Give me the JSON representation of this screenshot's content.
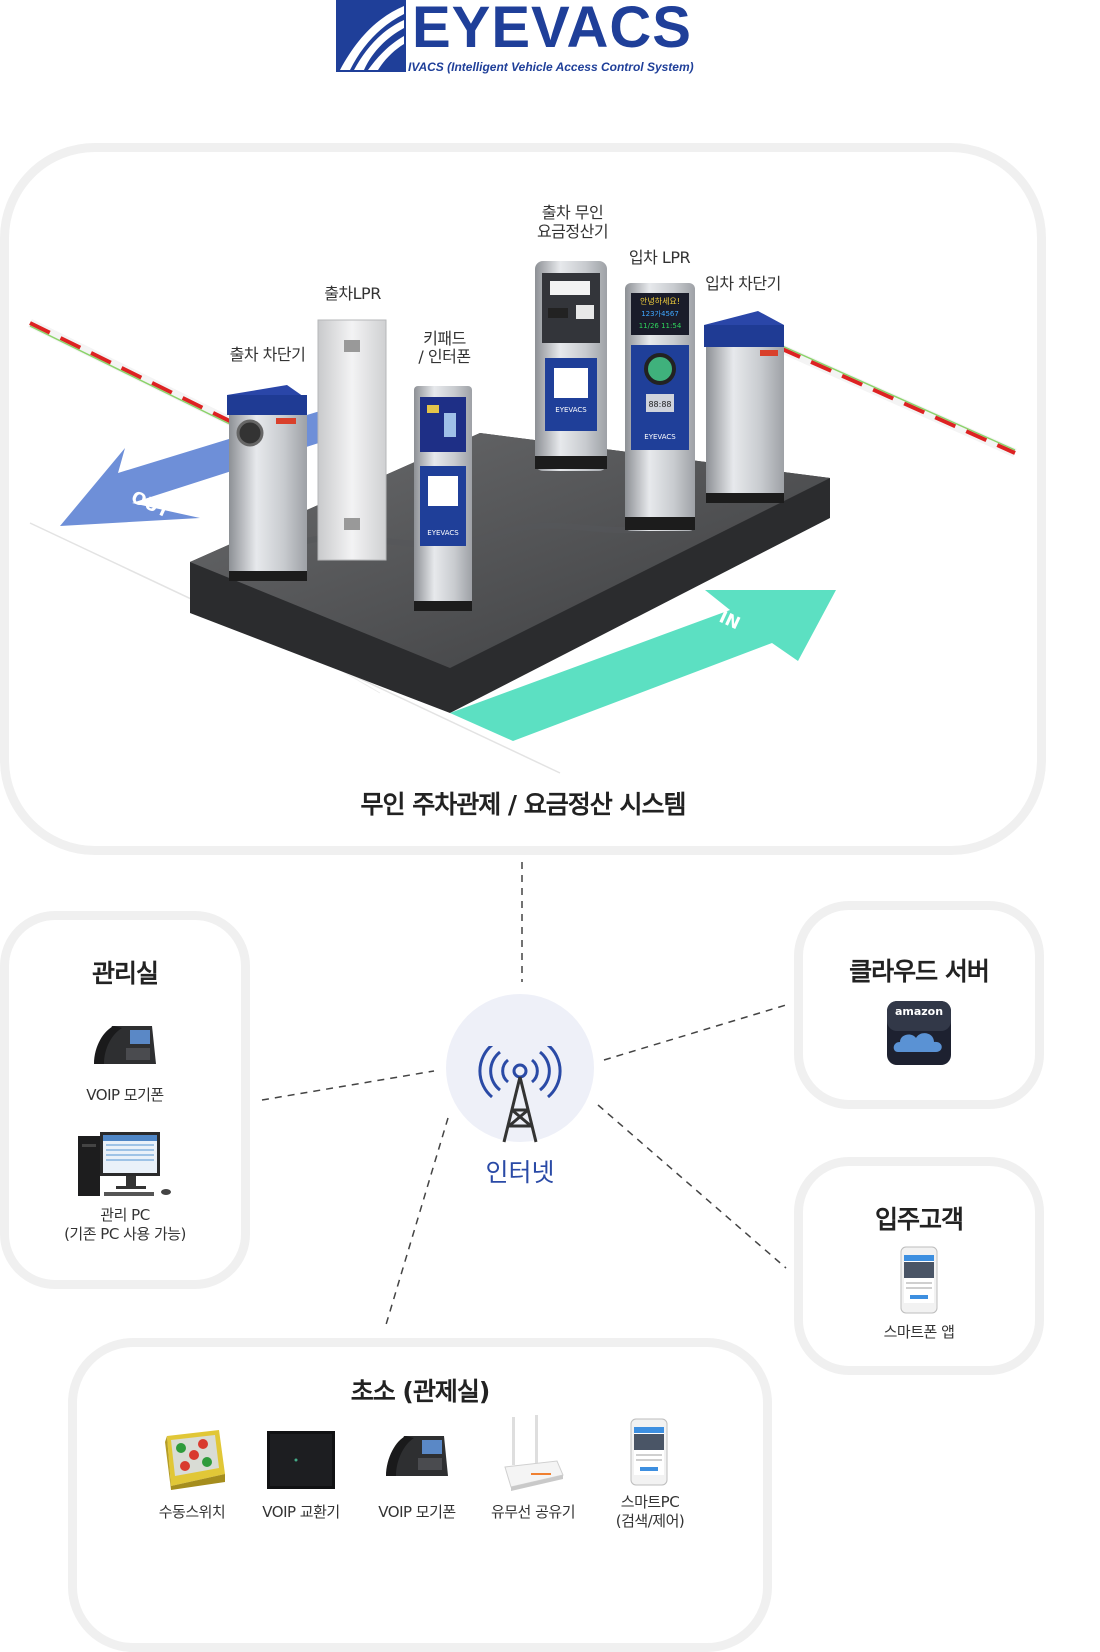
{
  "logo": {
    "brand": "EYEVACS",
    "subtitle": "IVACS (Intelligent Vehicle Access Control System)"
  },
  "system_panel": {
    "title": "무인 주차관제 / 요금정산 시스템",
    "equipment": {
      "exit_barrier": "출차 차단기",
      "exit_lpr": "출차LPR",
      "keypad_line1": "키패드",
      "keypad_line2": "/ 인터폰",
      "pay_station_line1": "출차 무인",
      "pay_station_line2": "요금정산기",
      "entry_lpr": "입차 LPR",
      "entry_barrier": "입차 차단기"
    },
    "arrows": {
      "out": "OUT",
      "in": "IN"
    },
    "device_text": {
      "kiosk_brand": "EYEVACS",
      "keypad_brand": "EYEVACS",
      "lpr_brand": "EYEVACS",
      "lpr_display1": "안녕하세요!",
      "lpr_display2": "123가4567",
      "lpr_display3": "11/26 11:54",
      "lpr_keypad": "88:88"
    }
  },
  "internet": {
    "label": "인터넷"
  },
  "management_room": {
    "title": "관리실",
    "items": [
      "VOIP 모기폰",
      "관리 PC",
      "(기존 PC 사용 가능)"
    ]
  },
  "cloud_server": {
    "title": "클라우드 서버",
    "icon_text": "amazon"
  },
  "tenant": {
    "title": "입주고객",
    "items": [
      "스마트폰 앱"
    ]
  },
  "guard_post": {
    "title": "초소 (관제실)",
    "items": [
      "수동스위치",
      "VOIP 교환기",
      "VOIP 모기폰",
      "유무선 공유기",
      "스마트PC",
      "(검색/제어)"
    ]
  },
  "colors": {
    "brand_blue": "#1f3f99",
    "arrow_in": "#5ce0c2",
    "arrow_out": "#6e8fd8",
    "internet_text": "#2a4aa6",
    "panel_border": "#f0f0f0"
  }
}
